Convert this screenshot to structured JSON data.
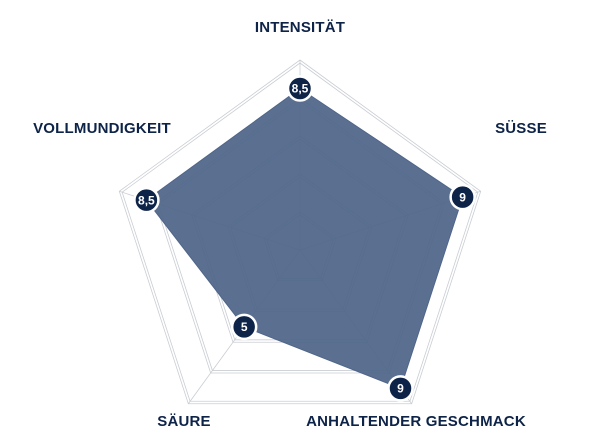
{
  "chart_data": {
    "type": "radar",
    "axes": [
      "INTENSITÄT",
      "SÜSSE",
      "ANHALTENDER GESCHMACK",
      "SÄURE",
      "VOLLMUNDIGKEIT"
    ],
    "values": [
      8.5,
      9,
      9,
      5,
      8.5
    ],
    "value_labels": [
      "8,5",
      "9",
      "9",
      "5",
      "8,5"
    ],
    "range": [
      0,
      10
    ],
    "rings": 5,
    "grid": true,
    "legend": "none",
    "colors": {
      "fill": "#4f6589",
      "marker": "#0e2348",
      "marker_text": "#ffffff",
      "grid": "#c9cdd3",
      "label": "#0e2348"
    }
  }
}
